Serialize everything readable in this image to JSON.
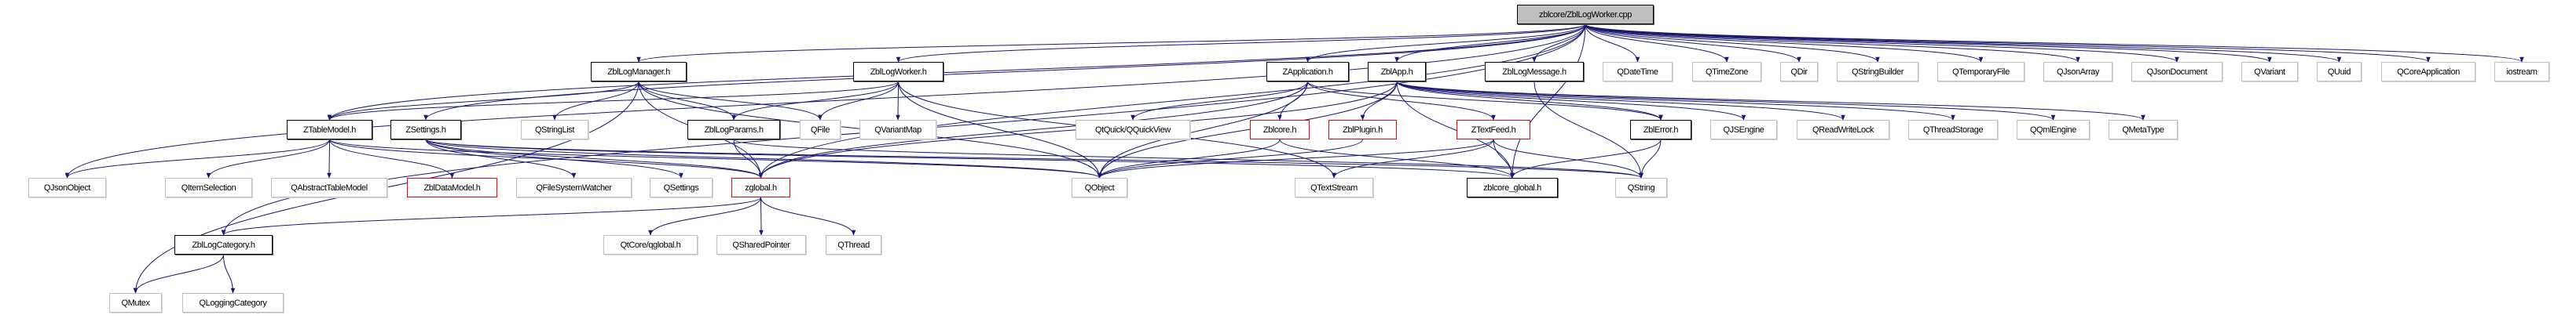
{
  "graph": {
    "title": "zblcore/ZblLogWorker.cpp",
    "colors": {
      "edge": "#191970",
      "root_fill": "#bfbfbf",
      "doc_border": "#000000",
      "missing_border": "#ff0000",
      "external_border": "#bfbfbf"
    },
    "nodes": [
      {
        "id": "cpp",
        "label": "zblcore/ZblLogWorker.cpp",
        "kind": "root"
      },
      {
        "id": "logmanager",
        "label": "ZblLogManager.h",
        "kind": "doc"
      },
      {
        "id": "logworker",
        "label": "ZblLogWorker.h",
        "kind": "doc"
      },
      {
        "id": "zapplication",
        "label": "ZApplication.h",
        "kind": "doc"
      },
      {
        "id": "zblapp",
        "label": "ZblApp.h",
        "kind": "doc"
      },
      {
        "id": "logmessage",
        "label": "ZblLogMessage.h",
        "kind": "doc"
      },
      {
        "id": "qdatetime",
        "label": "QDateTime",
        "kind": "ext"
      },
      {
        "id": "qtimezone",
        "label": "QTimeZone",
        "kind": "ext"
      },
      {
        "id": "qdir",
        "label": "QDir",
        "kind": "ext"
      },
      {
        "id": "qstringbuilder",
        "label": "QStringBuilder",
        "kind": "ext"
      },
      {
        "id": "qtemporaryfile",
        "label": "QTemporaryFile",
        "kind": "ext"
      },
      {
        "id": "qjsonarray",
        "label": "QJsonArray",
        "kind": "ext"
      },
      {
        "id": "qjsondocument",
        "label": "QJsonDocument",
        "kind": "ext"
      },
      {
        "id": "qvariant",
        "label": "QVariant",
        "kind": "ext"
      },
      {
        "id": "quuid",
        "label": "QUuid",
        "kind": "ext"
      },
      {
        "id": "qcoreapplication",
        "label": "QCoreApplication",
        "kind": "ext"
      },
      {
        "id": "iostream",
        "label": "iostream",
        "kind": "ext"
      },
      {
        "id": "ztablemodel",
        "label": "ZTableModel.h",
        "kind": "doc"
      },
      {
        "id": "zsettings",
        "label": "ZSettings.h",
        "kind": "doc"
      },
      {
        "id": "qstringlist",
        "label": "QStringList",
        "kind": "ext"
      },
      {
        "id": "logparams",
        "label": "ZblLogParams.h",
        "kind": "doc"
      },
      {
        "id": "qfile",
        "label": "QFile",
        "kind": "ext"
      },
      {
        "id": "qvariantmap",
        "label": "QVariantMap",
        "kind": "ext"
      },
      {
        "id": "qquickview",
        "label": "QtQuick/QQuickView",
        "kind": "ext"
      },
      {
        "id": "zblcore",
        "label": "Zblcore.h",
        "kind": "red"
      },
      {
        "id": "zblplugin",
        "label": "ZblPlugin.h",
        "kind": "red"
      },
      {
        "id": "ztextfeed",
        "label": "ZTextFeed.h",
        "kind": "red"
      },
      {
        "id": "zblerror",
        "label": "ZblError.h",
        "kind": "doc"
      },
      {
        "id": "qjsengine",
        "label": "QJSEngine",
        "kind": "ext"
      },
      {
        "id": "qreadwritelock",
        "label": "QReadWriteLock",
        "kind": "ext"
      },
      {
        "id": "qthreadstorage",
        "label": "QThreadStorage",
        "kind": "ext"
      },
      {
        "id": "qqmlengine",
        "label": "QQmlEngine",
        "kind": "ext"
      },
      {
        "id": "qmetatype",
        "label": "QMetaType",
        "kind": "ext"
      },
      {
        "id": "qjsonobject",
        "label": "QJsonObject",
        "kind": "ext"
      },
      {
        "id": "qitemselection",
        "label": "QItemSelection",
        "kind": "ext"
      },
      {
        "id": "qabstracttablemodel",
        "label": "QAbstractTableModel",
        "kind": "ext"
      },
      {
        "id": "datamodel",
        "label": "ZblDataModel.h",
        "kind": "red"
      },
      {
        "id": "qfilesystemwatcher",
        "label": "QFileSystemWatcher",
        "kind": "ext"
      },
      {
        "id": "qsettings",
        "label": "QSettings",
        "kind": "ext"
      },
      {
        "id": "zglobal",
        "label": "zglobal.h",
        "kind": "red"
      },
      {
        "id": "qobject",
        "label": "QObject",
        "kind": "ext"
      },
      {
        "id": "qtextstream",
        "label": "QTextStream",
        "kind": "ext"
      },
      {
        "id": "zblcoreglobal",
        "label": "zblcore_global.h",
        "kind": "doc"
      },
      {
        "id": "qstring",
        "label": "QString",
        "kind": "ext"
      },
      {
        "id": "logcategory",
        "label": "ZblLogCategory.h",
        "kind": "doc"
      },
      {
        "id": "qglobal",
        "label": "QtCore/qglobal.h",
        "kind": "ext"
      },
      {
        "id": "qsharedpointer",
        "label": "QSharedPointer",
        "kind": "ext"
      },
      {
        "id": "qthread",
        "label": "QThread",
        "kind": "ext"
      },
      {
        "id": "qmutex",
        "label": "QMutex",
        "kind": "ext"
      },
      {
        "id": "qloggingcategory",
        "label": "QLoggingCategory",
        "kind": "ext"
      }
    ],
    "edges": [
      [
        "cpp",
        "logmanager"
      ],
      [
        "cpp",
        "logworker"
      ],
      [
        "cpp",
        "zapplication"
      ],
      [
        "cpp",
        "zblapp"
      ],
      [
        "cpp",
        "logmessage"
      ],
      [
        "cpp",
        "qdatetime"
      ],
      [
        "cpp",
        "qtimezone"
      ],
      [
        "cpp",
        "qdir"
      ],
      [
        "cpp",
        "qstringbuilder"
      ],
      [
        "cpp",
        "qtemporaryfile"
      ],
      [
        "cpp",
        "qjsonarray"
      ],
      [
        "cpp",
        "qjsondocument"
      ],
      [
        "cpp",
        "qvariant"
      ],
      [
        "cpp",
        "quuid"
      ],
      [
        "cpp",
        "qcoreapplication"
      ],
      [
        "cpp",
        "iostream"
      ],
      [
        "cpp",
        "ztablemodel"
      ],
      [
        "cpp",
        "zsettings"
      ],
      [
        "cpp",
        "qjsonobject"
      ],
      [
        "cpp",
        "logcategory"
      ],
      [
        "cpp",
        "zglobal"
      ],
      [
        "cpp",
        "zblcoreglobal"
      ],
      [
        "logmanager",
        "ztablemodel"
      ],
      [
        "logmanager",
        "qstringlist"
      ],
      [
        "logmanager",
        "logparams"
      ],
      [
        "logmanager",
        "qfile"
      ],
      [
        "logmanager",
        "zglobal"
      ],
      [
        "logmanager",
        "qobject"
      ],
      [
        "logmanager",
        "qmutex"
      ],
      [
        "logworker",
        "ztablemodel"
      ],
      [
        "logworker",
        "logparams"
      ],
      [
        "logworker",
        "qfile"
      ],
      [
        "logworker",
        "qvariantmap"
      ],
      [
        "logworker",
        "qobject"
      ],
      [
        "logworker",
        "qtextstream"
      ],
      [
        "ztablemodel",
        "qjsonobject"
      ],
      [
        "ztablemodel",
        "qitemselection"
      ],
      [
        "ztablemodel",
        "qabstracttablemodel"
      ],
      [
        "ztablemodel",
        "datamodel"
      ],
      [
        "ztablemodel",
        "zglobal"
      ],
      [
        "ztablemodel",
        "qobject"
      ],
      [
        "zsettings",
        "qfilesystemwatcher"
      ],
      [
        "zsettings",
        "qsettings"
      ],
      [
        "zsettings",
        "zglobal"
      ],
      [
        "zsettings",
        "qobject"
      ],
      [
        "zsettings",
        "qstring"
      ],
      [
        "zsettings",
        "zblcoreglobal"
      ],
      [
        "logparams",
        "zglobal"
      ],
      [
        "logparams",
        "qstring"
      ],
      [
        "zglobal",
        "logcategory"
      ],
      [
        "zglobal",
        "qglobal"
      ],
      [
        "zglobal",
        "qsharedpointer"
      ],
      [
        "zglobal",
        "qthread"
      ],
      [
        "logcategory",
        "qmutex"
      ],
      [
        "logcategory",
        "qloggingcategory"
      ],
      [
        "zapplication",
        "qquickview"
      ],
      [
        "zapplication",
        "zblcore"
      ],
      [
        "zapplication",
        "ztextfeed"
      ],
      [
        "zapplication",
        "zglobal"
      ],
      [
        "zapplication",
        "zblerror"
      ],
      [
        "zapplication",
        "qobject"
      ],
      [
        "zblapp",
        "zblplugin"
      ],
      [
        "zblapp",
        "zblcoreglobal"
      ],
      [
        "zblapp",
        "qobject"
      ],
      [
        "zblapp",
        "qjsengine"
      ],
      [
        "zblapp",
        "qreadwritelock"
      ],
      [
        "zblapp",
        "qthreadstorage"
      ],
      [
        "zblapp",
        "qqmlengine"
      ],
      [
        "zblapp",
        "qmetatype"
      ],
      [
        "zblapp",
        "zblerror"
      ],
      [
        "zblapp",
        "zglobal"
      ],
      [
        "zblcore",
        "qobject"
      ],
      [
        "zblcore",
        "zblcoreglobal"
      ],
      [
        "zblplugin",
        "qobject"
      ],
      [
        "ztextfeed",
        "qtextstream"
      ],
      [
        "ztextfeed",
        "zblcoreglobal"
      ],
      [
        "ztextfeed",
        "qstring"
      ],
      [
        "ztextfeed",
        "qobject"
      ],
      [
        "zblerror",
        "zblcoreglobal"
      ],
      [
        "zblerror",
        "qstring"
      ],
      [
        "logmessage",
        "qstring"
      ]
    ]
  }
}
